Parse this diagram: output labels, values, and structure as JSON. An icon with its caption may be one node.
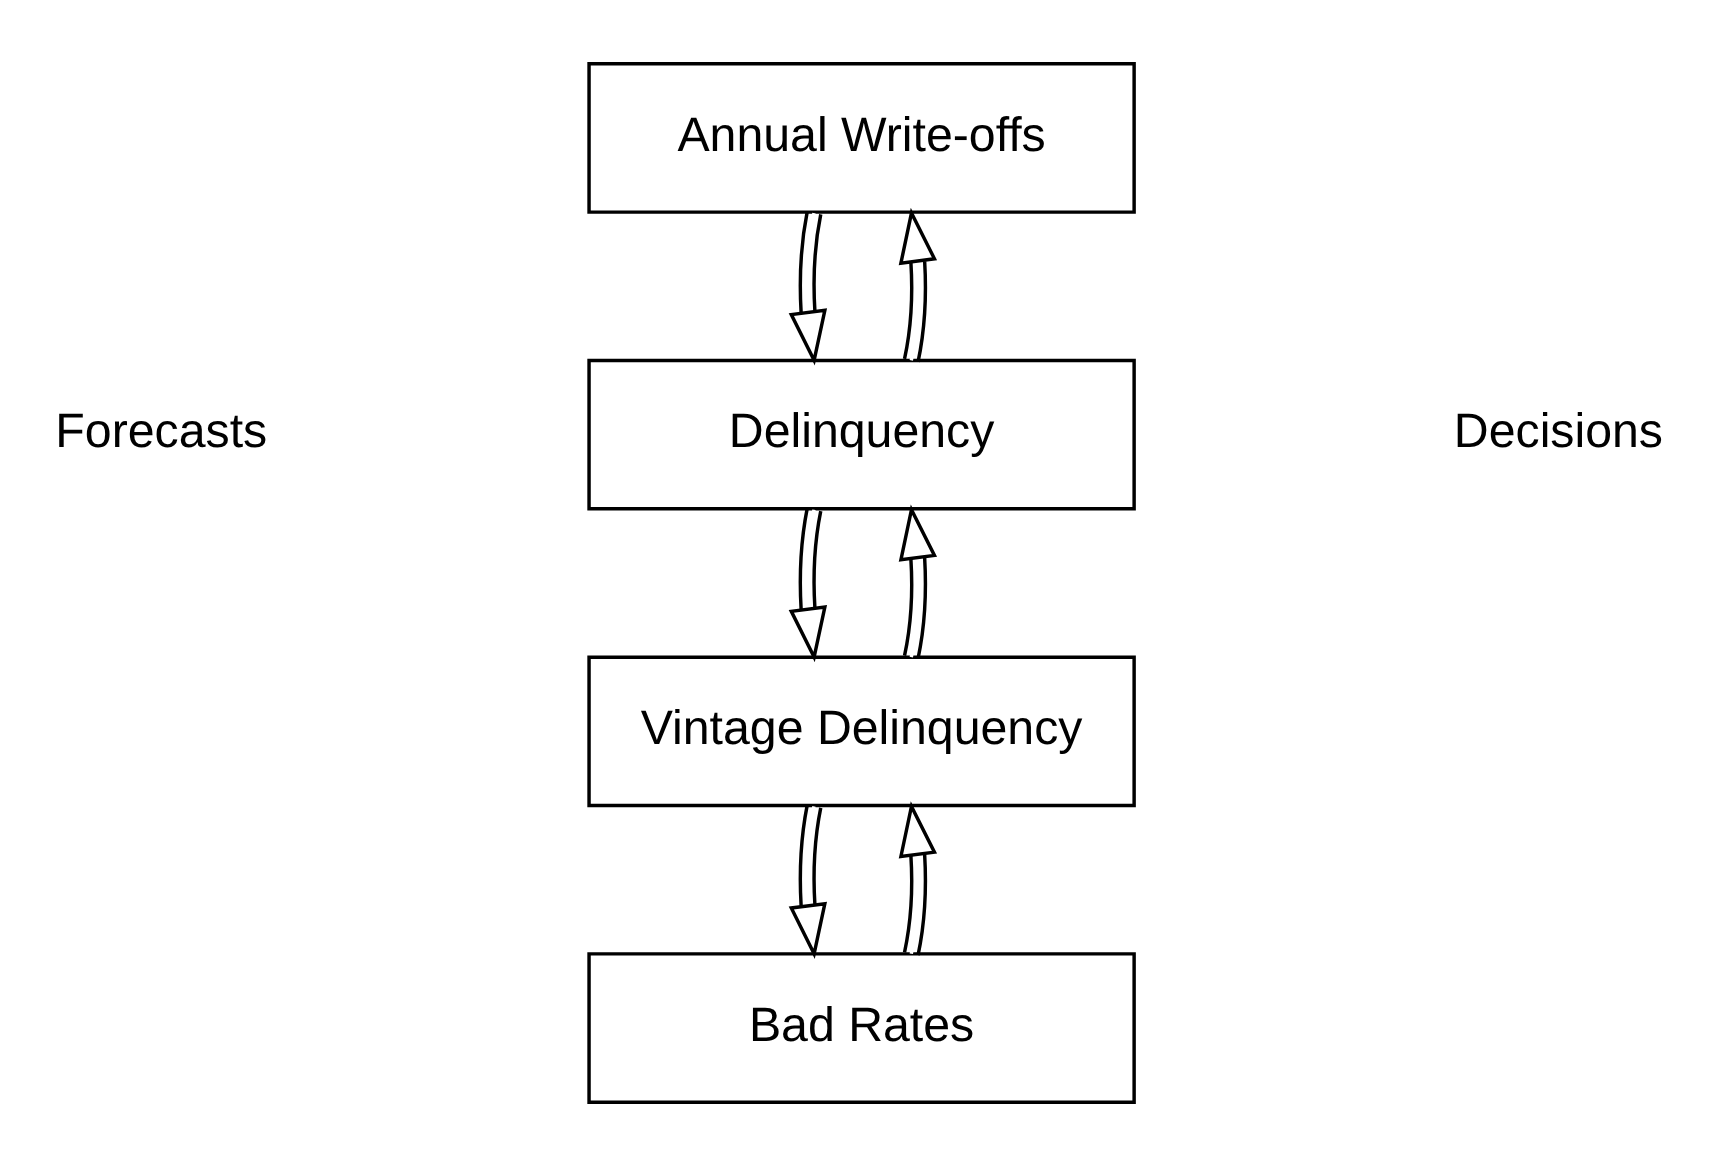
{
  "diagram": {
    "nodes": [
      {
        "text": [
          "Annual Write-offs"
        ]
      },
      {
        "text": [
          "Delinquency"
        ]
      },
      {
        "text": [
          "Vintage Delinquency"
        ]
      },
      {
        "text": [
          "Bad Rates"
        ]
      }
    ],
    "edges": [
      {
        "from": 1,
        "to": 0,
        "arrow": "to"
      },
      {
        "from": 0,
        "to": 1,
        "arrow": "to"
      },
      {
        "from": 2,
        "to": 1,
        "arrow": "to"
      },
      {
        "from": 1,
        "to": 2,
        "arrow": "to"
      },
      {
        "from": 3,
        "to": 2,
        "arrow": "to"
      },
      {
        "from": 2,
        "to": 3,
        "arrow": "to"
      }
    ],
    "labels": [
      "Forecasts",
      "Decisions"
    ]
  }
}
